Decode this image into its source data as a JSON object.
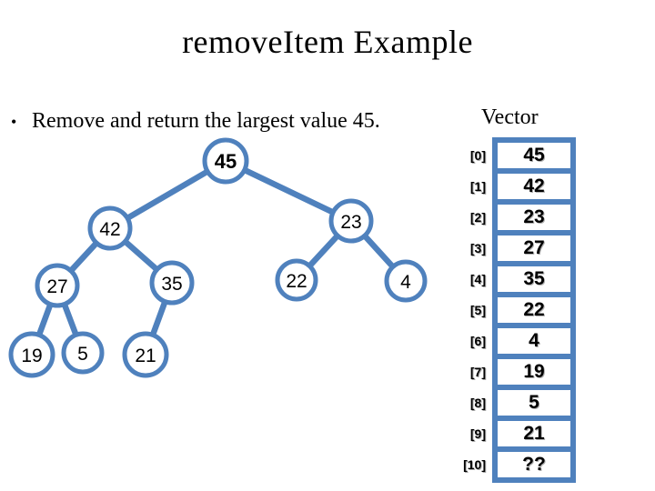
{
  "slide": {
    "title": "removeItem Example"
  },
  "bullet": {
    "marker": "•",
    "text": "Remove and return the largest value 45."
  },
  "vector": {
    "label": "Vector",
    "rows": [
      {
        "index": "[0]",
        "value": "45"
      },
      {
        "index": "[1]",
        "value": "42"
      },
      {
        "index": "[2]",
        "value": "23"
      },
      {
        "index": "[3]",
        "value": "27"
      },
      {
        "index": "[4]",
        "value": "35"
      },
      {
        "index": "[5]",
        "value": "22"
      },
      {
        "index": "[6]",
        "value": "4"
      },
      {
        "index": "[7]",
        "value": "19"
      },
      {
        "index": "[8]",
        "value": "5"
      },
      {
        "index": "[9]",
        "value": "21"
      },
      {
        "index": "[10]",
        "value": "??"
      }
    ]
  },
  "tree": {
    "nodes": [
      {
        "value": "45"
      },
      {
        "value": "42"
      },
      {
        "value": "23"
      },
      {
        "value": "27"
      },
      {
        "value": "35"
      },
      {
        "value": "22"
      },
      {
        "value": "4"
      },
      {
        "value": "19"
      },
      {
        "value": "5"
      },
      {
        "value": "21"
      }
    ],
    "edges": [
      "45-42",
      "45-23",
      "42-27",
      "42-35",
      "23-22",
      "23-4",
      "27-19",
      "27-5",
      "35-21"
    ]
  },
  "colors": {
    "accent_blue": "#4f81bd",
    "text": "#000000",
    "background": "#ffffff"
  }
}
